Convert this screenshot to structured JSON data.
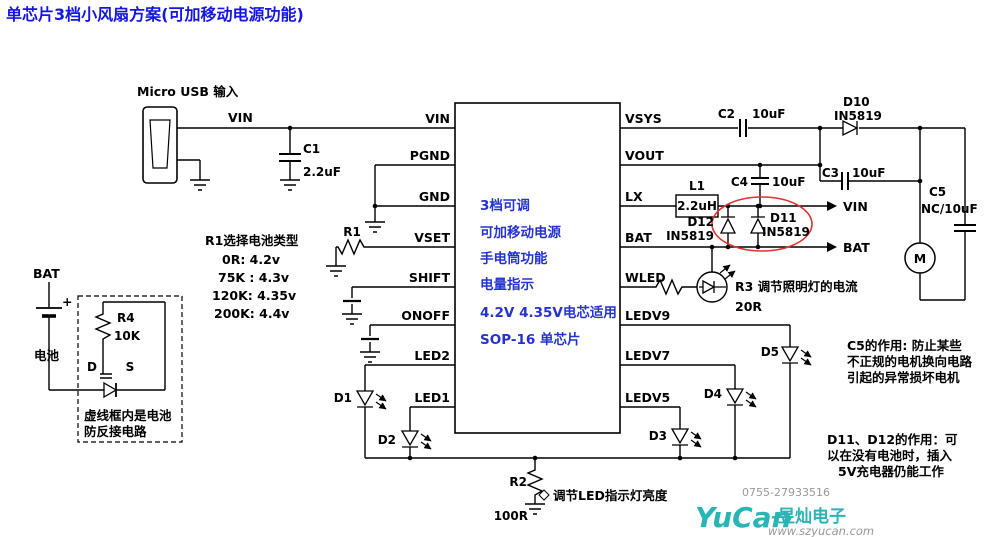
{
  "title": "单芯片3档小风扇方案(可加移动电源功能)",
  "usb": {
    "label": "Micro USB 输入"
  },
  "nets": {
    "vin": "VIN",
    "bat": "BAT"
  },
  "ic": {
    "left_pins": [
      "VIN",
      "PGND",
      "GND",
      "VSET",
      "SHIFT",
      "ONOFF",
      "LED2",
      "LED1"
    ],
    "right_pins": [
      "VSYS",
      "VOUT",
      "LX",
      "BAT",
      "WLED",
      "LEDV9",
      "LEDV7",
      "LEDV5"
    ],
    "features": [
      "3档可调",
      "可加移动电源",
      "手电筒功能",
      "电量指示",
      "4.2V 4.35V电芯适用",
      "SOP-16 单芯片"
    ]
  },
  "components": {
    "c1": {
      "name": "C1",
      "value": "2.2uF"
    },
    "c2": {
      "name": "C2",
      "value": "10uF"
    },
    "c3": {
      "name": "C3",
      "value": "10uF"
    },
    "c4": {
      "name": "C4",
      "value": "10uF"
    },
    "c5": {
      "name": "C5",
      "value": "NC/10uF"
    },
    "l1": {
      "name": "L1",
      "value": "2.2uH"
    },
    "r1": {
      "name": "R1"
    },
    "r2": {
      "name": "R2",
      "value": "100R"
    },
    "r4": {
      "name": "R4",
      "value": "10K"
    },
    "d1": {
      "name": "D1"
    },
    "d2": {
      "name": "D2"
    },
    "d3": {
      "name": "D3"
    },
    "d4": {
      "name": "D4"
    },
    "d5": {
      "name": "D5"
    },
    "d10": {
      "name": "D10",
      "value": "IN5819"
    },
    "d11": {
      "name": "D11",
      "value": "IN5819"
    },
    "d12": {
      "name": "D12",
      "value": "IN5819"
    },
    "motor": "M",
    "mosfet": {
      "d": "D",
      "s": "S"
    },
    "battery": {
      "label": "BAT",
      "plus": "+",
      "name": "电池"
    }
  },
  "notes": {
    "r1_select": [
      "R1选择电池类型",
      "0R: 4.2v",
      "75K : 4.3v",
      "120K: 4.35v",
      "200K: 4.4v"
    ],
    "reverse_protect": [
      "虚线框内是电池",
      "防反接电路"
    ],
    "r3": [
      "R3 调节照明灯的电流",
      "20R"
    ],
    "led_brightness": "调节LED指示灯亮度",
    "c5": [
      "C5的作用: 防止某些",
      "不正规的电机换向电路",
      "引起的异常损坏电机"
    ],
    "d11_d12": [
      "D11、D12的作用：可",
      "以在没有电池时，插入",
      "5V充电器仍能工作"
    ]
  },
  "watermark": {
    "phone": "0755-27933516",
    "brand_en": "YuCan",
    "brand_cn": "-昱灿电子",
    "url": "www.szyucan.com"
  },
  "colors": {
    "title_blue": "#1515e6",
    "feature_blue": "#2433cf",
    "highlight_red": "#e03030",
    "watermark_teal": "#2ab5b5"
  }
}
